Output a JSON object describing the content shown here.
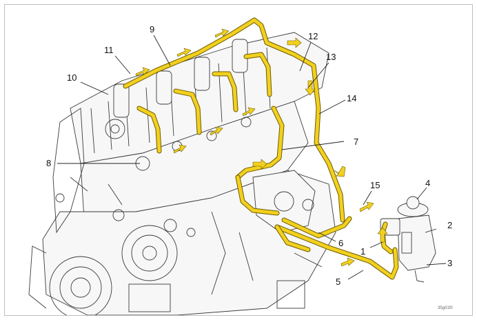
{
  "diagram": {
    "image_code": "35g01f0",
    "fuel_line_color": "#f2d01e",
    "callouts": [
      {
        "label": "1"
      },
      {
        "label": "2"
      },
      {
        "label": "3"
      },
      {
        "label": "4"
      },
      {
        "label": "5"
      },
      {
        "label": "6"
      },
      {
        "label": "7"
      },
      {
        "label": "8"
      },
      {
        "label": "9"
      },
      {
        "label": "10"
      },
      {
        "label": "11"
      },
      {
        "label": "12"
      },
      {
        "label": "13"
      },
      {
        "label": "14"
      },
      {
        "label": "15"
      }
    ]
  }
}
